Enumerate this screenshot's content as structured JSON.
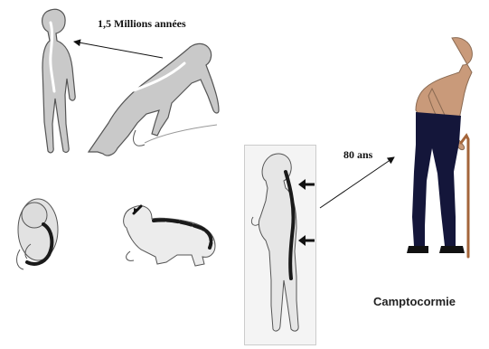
{
  "labels": {
    "evolution": "1,5 Millions années",
    "age": "80 ans",
    "condition": "Camptocormie"
  },
  "colors": {
    "body_fill": "#c9c9c9",
    "body_stroke": "#555555",
    "spine": "#1a1a1a",
    "background": "#ffffff",
    "photo_bg": "#ffffff",
    "trousers": "#14163a",
    "skin": "#c99a7a",
    "cane": "#a4653a"
  }
}
